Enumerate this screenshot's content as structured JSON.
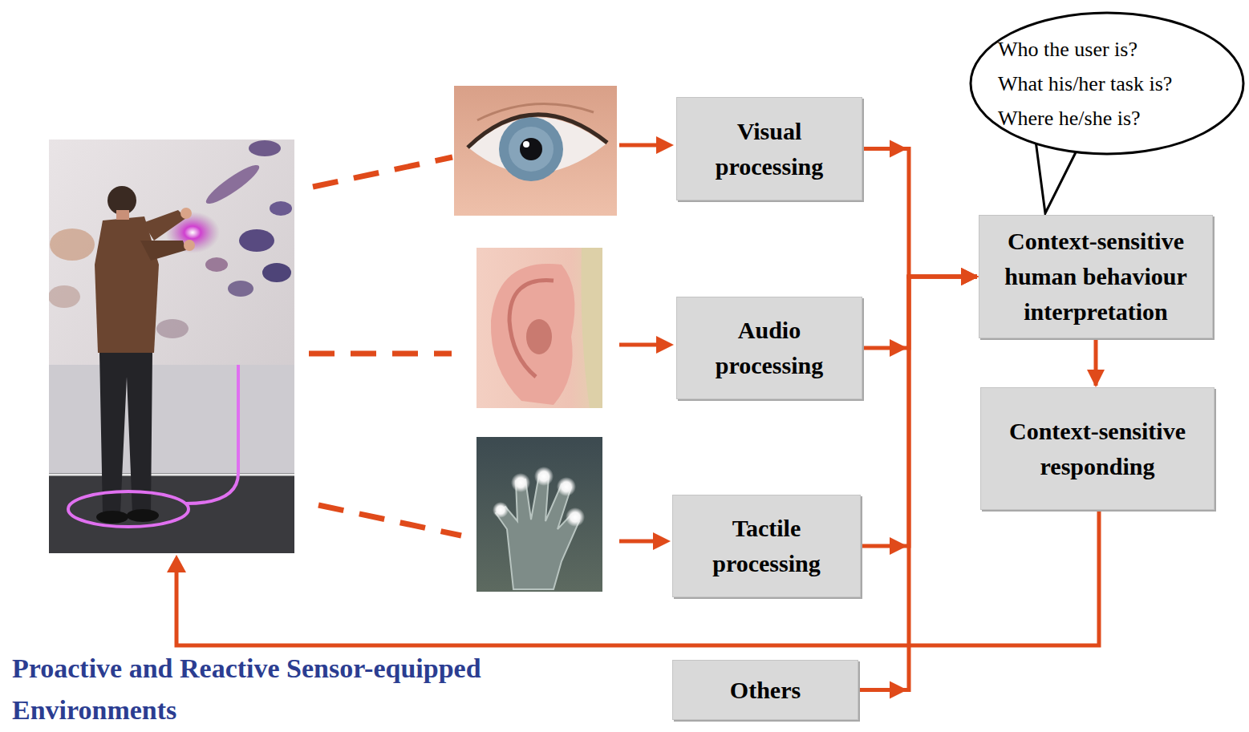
{
  "diagram": {
    "caption": "Proactive and Reactive Sensor-equipped Environments",
    "nodes": [
      {
        "text": [
          "Visual processing"
        ]
      },
      {
        "text": [
          "Audio processing"
        ]
      },
      {
        "text": [
          "Tactile processing"
        ]
      },
      {
        "text": [
          "Others"
        ]
      },
      {
        "text": [
          "Who the user is?",
          "What his/her task is?",
          "Where he/she is?"
        ]
      },
      {
        "text": [
          "Context-sensitive human behaviour interpretation"
        ]
      },
      {
        "text": [
          "Context-sensitive responding"
        ]
      }
    ],
    "edges": [
      {
        "from": 0,
        "to": 5,
        "arrow": "to"
      },
      {
        "from": 1,
        "to": 5,
        "arrow": "to"
      },
      {
        "from": 2,
        "to": 5,
        "arrow": "to"
      },
      {
        "from": 3,
        "to": 5,
        "arrow": "to"
      },
      {
        "from": 5,
        "to": 6,
        "arrow": "to"
      }
    ]
  }
}
